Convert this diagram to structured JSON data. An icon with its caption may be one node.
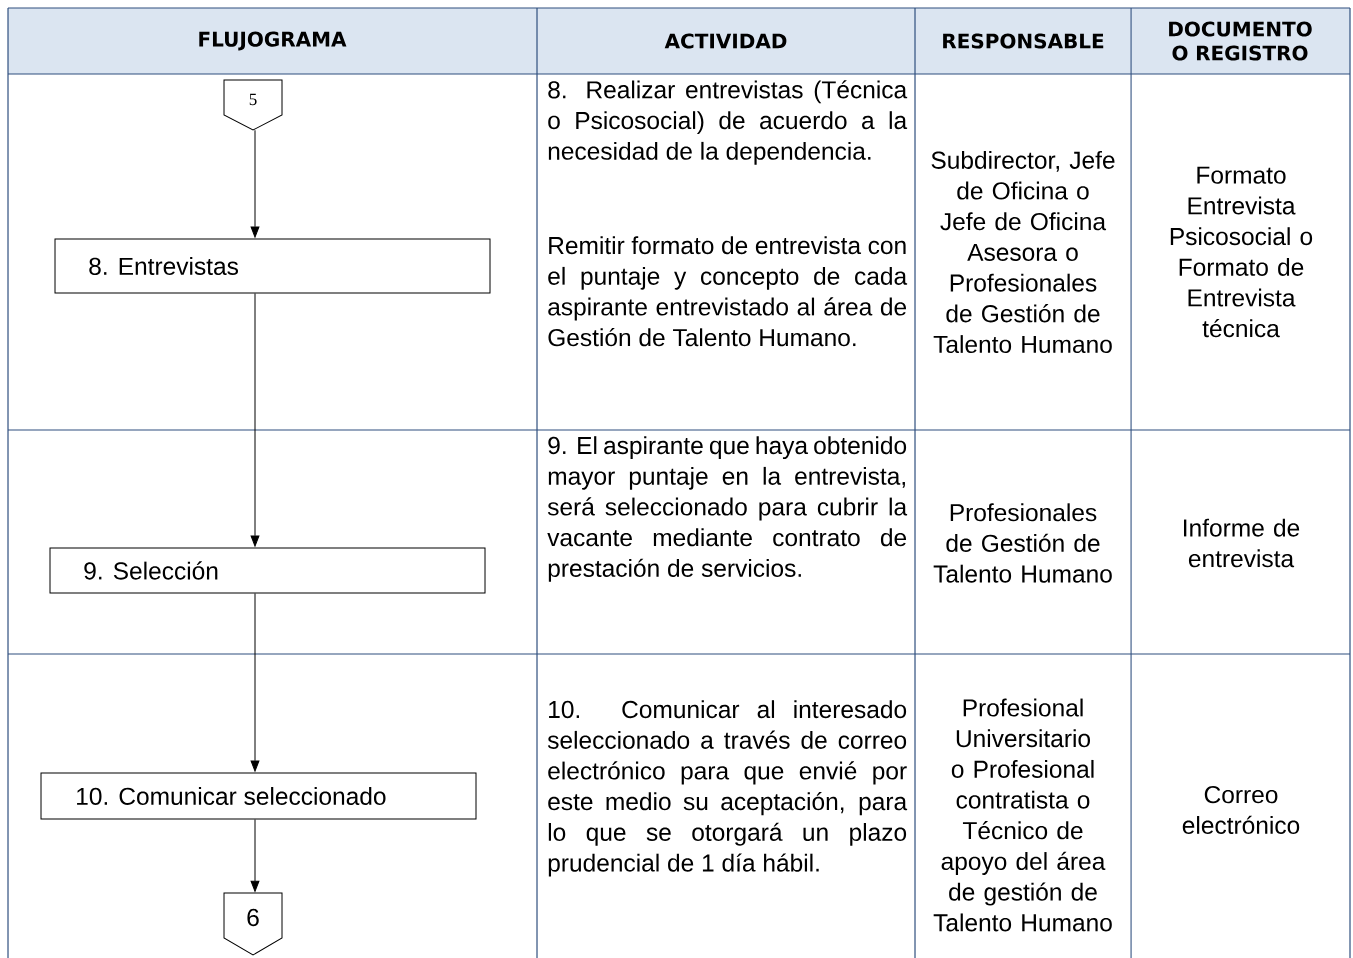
{
  "diagram": {
    "nodes": [
      {
        "text": [
          "5"
        ]
      },
      {
        "text": [
          "8. Entrevistas"
        ]
      },
      {
        "text": [
          "9. Selección"
        ]
      },
      {
        "text": [
          "10. Comunicar seleccionado"
        ]
      },
      {
        "text": [
          "6"
        ]
      }
    ],
    "edges": [
      {
        "from": 0,
        "to": 1,
        "arrow": "to"
      },
      {
        "from": 1,
        "to": 2,
        "arrow": "to"
      },
      {
        "from": 2,
        "to": 3,
        "arrow": "to"
      },
      {
        "from": 3,
        "to": 4,
        "arrow": "to"
      }
    ],
    "labels": [
      "FLUJOGRAMA",
      "ACTIVIDAD",
      "RESPONSABLE",
      "DOCUMENTO O REGISTRO",
      "8. Realizar entrevistas (Técnica o Psicosocial) de acuerdo a la necesidad de la dependencia.",
      "Remitir formato de entrevista con el puntaje y concepto de cada aspirante entrevistado al área de Gestión de Talento Humano.",
      "Subdirector, Jefe de Oficina o Jefe de Oficina Asesora o Profesionales de Gestión de Talento Humano",
      "Formato Entrevista Psicosocial o Formato de Entrevista técnica",
      "9. El aspirante que haya obtenido mayor puntaje en la entrevista, será seleccionado para cubrir la vacante mediante contrato de prestación de servicios.",
      "Profesionales de Gestión de Talento Humano",
      "Informe de entrevista",
      "10. Comunicar al interesado seleccionado a través de correo electrónico para que envié por este medio su aceptación, para lo que se otorgará un plazo prudencial de 1 día hábil.",
      "Profesional Universitario o Profesional contratista o Técnico de apoyo del área de gestión de Talento Humano",
      "Correo electrónico"
    ]
  }
}
